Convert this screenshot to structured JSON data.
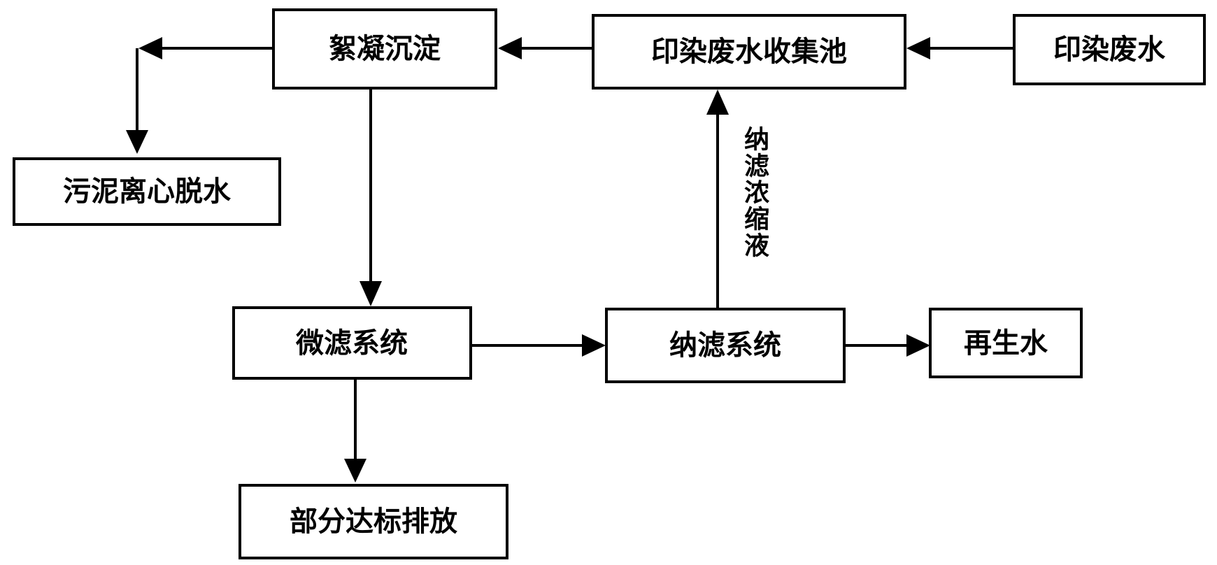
{
  "nodes": {
    "flocculation": "絮凝沉淀",
    "collection_tank": "印染废水收集池",
    "dye_wastewater": "印染废水",
    "sludge_dewatering": "污泥离心脱水",
    "microfiltration": "微滤系统",
    "nanofiltration": "纳滤系统",
    "reclaimed_water": "再生水",
    "partial_discharge": "部分达标排放"
  },
  "edges": {
    "nf_concentrate_label": "纳滤浓缩液"
  },
  "colors": {
    "stroke": "#000000",
    "background": "#ffffff"
  }
}
